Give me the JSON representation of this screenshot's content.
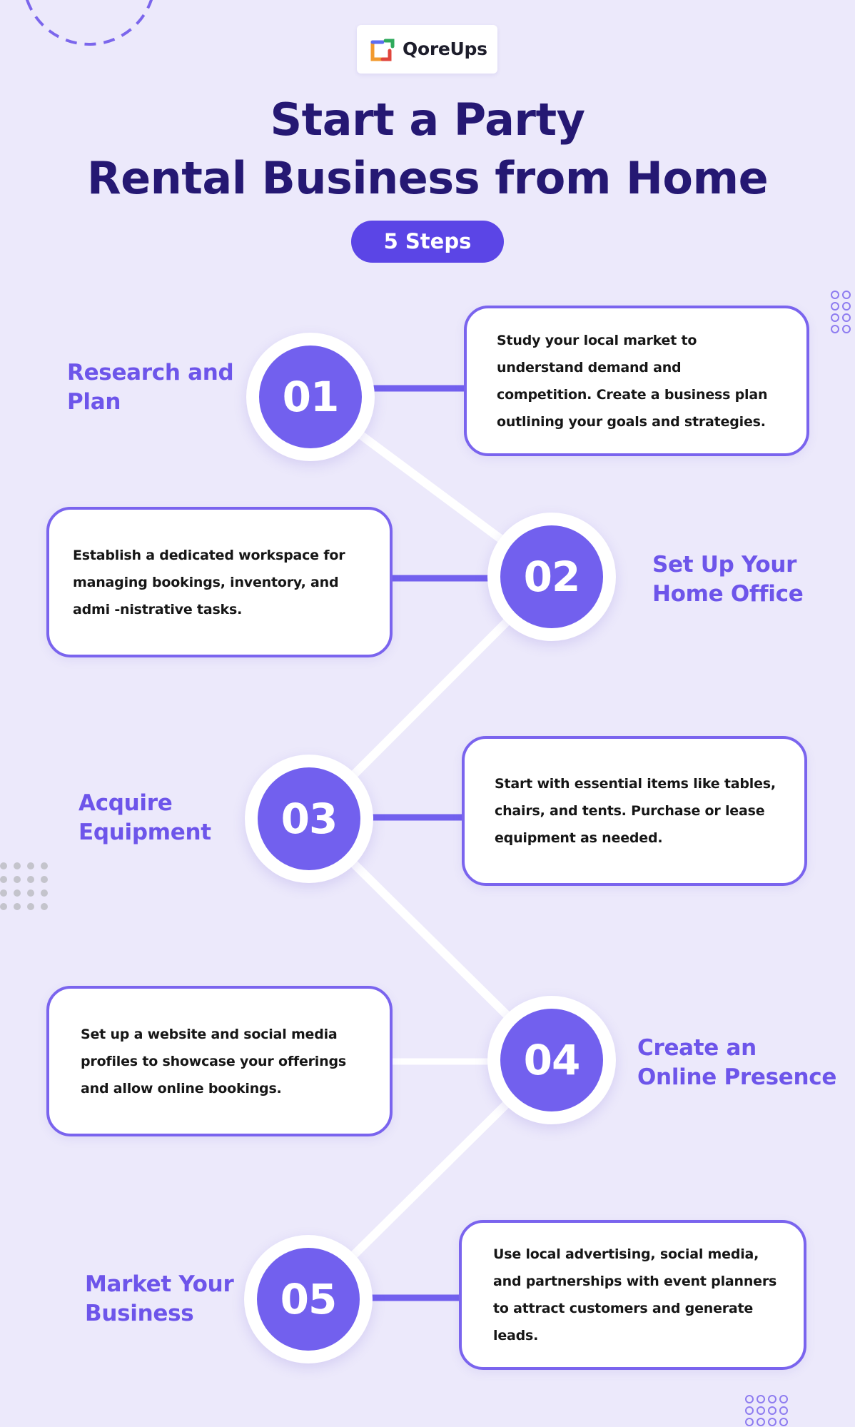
{
  "brand": {
    "name": "QoreUps",
    "logo_icon": "qoreups-logo-icon"
  },
  "header": {
    "title_line1": "Start a Party",
    "title_line2": "Rental Business from Home",
    "badge": "5 Steps"
  },
  "colors": {
    "background": "#ece9fb",
    "title": "#251873",
    "accent": "#7260ee",
    "badge": "#5b45e6",
    "step_title": "#6d55ea",
    "card_border": "#7a64ee"
  },
  "steps": [
    {
      "number": "01",
      "title_line1": "Research and",
      "title_line2": "Plan",
      "description": "Study your local market to understand demand and competition. Create a business plan outlining your goals and strategies."
    },
    {
      "number": "02",
      "title_line1": "Set Up Your",
      "title_line2": "Home Office",
      "description": "Establish a dedicated workspace for managing bookings, inventory, and admi -nistrative tasks."
    },
    {
      "number": "03",
      "title_line1": "Acquire",
      "title_line2": "Equipment",
      "description": "Start with essential items like tables, chairs, and tents. Purchase or lease equipment as needed."
    },
    {
      "number": "04",
      "title_line1": "Create an",
      "title_line2": "Online Presence",
      "description": "Set up a website and social media profiles to showcase your offerings and allow online bookings."
    },
    {
      "number": "05",
      "title_line1": "Market Your",
      "title_line2": "Business",
      "description": "Use local advertising, social media, and partnerships with event planners to attract customers and generate leads."
    }
  ]
}
